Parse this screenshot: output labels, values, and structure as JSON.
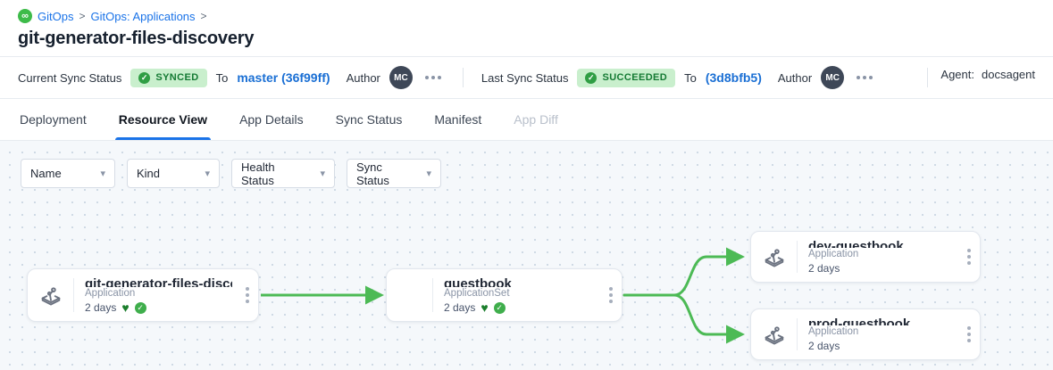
{
  "breadcrumb": {
    "separator": ">",
    "items": [
      "GitOps",
      "GitOps: Applications"
    ]
  },
  "page": {
    "title": "git-generator-files-discovery"
  },
  "status_bar": {
    "current": {
      "label": "Current Sync Status",
      "badge": "SYNCED",
      "to_label": "To",
      "revision": "master (36f99ff)",
      "author_label": "Author",
      "author_initials": "MC"
    },
    "last": {
      "label": "Last Sync Status",
      "badge": "SUCCEEDED",
      "to_label": "To",
      "revision": "(3d8bfb5)",
      "author_label": "Author",
      "author_initials": "MC"
    },
    "agent": {
      "label": "Agent:",
      "value": "docsagent"
    }
  },
  "tabs": [
    {
      "label": "Deployment"
    },
    {
      "label": "Resource View"
    },
    {
      "label": "App Details"
    },
    {
      "label": "Sync Status"
    },
    {
      "label": "Manifest"
    },
    {
      "label": "App Diff"
    }
  ],
  "filters": [
    "Name",
    "Kind",
    "Health Status",
    "Sync Status"
  ],
  "graph": {
    "nodes": [
      {
        "title": "git-generator-files-disco...",
        "kind": "Application",
        "age": "2 days",
        "healthy": true,
        "synced": true
      },
      {
        "title": "guestbook",
        "kind": "ApplicationSet",
        "age": "2 days",
        "healthy": true,
        "synced": true
      },
      {
        "title": "dev-guestbook",
        "kind": "Application",
        "age": "2 days",
        "healthy": false,
        "synced": false
      },
      {
        "title": "prod-guestbook",
        "kind": "Application",
        "age": "2 days",
        "healthy": false,
        "synced": false
      }
    ]
  },
  "colors": {
    "link_blue": "#1a73e8",
    "revision_blue": "#1a6fd4",
    "badge_bg": "#c9efcd",
    "badge_text": "#147a33",
    "edge_green": "#4cba55",
    "heart_green": "#1b7e2c",
    "check_green": "#2f9e44"
  }
}
